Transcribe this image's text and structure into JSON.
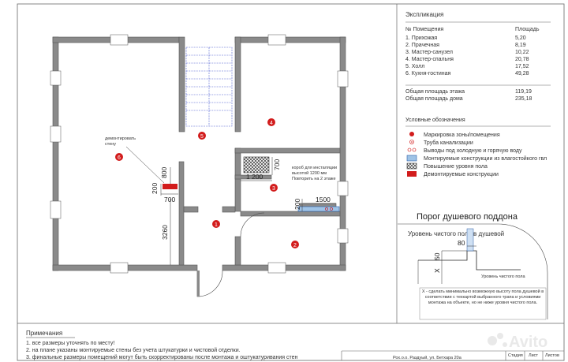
{
  "explication": {
    "title": "Экспликация",
    "col_room": "№ Помещения",
    "col_area": "Площадь",
    "rooms": [
      {
        "name": "1. Прихожая",
        "area": "5,20"
      },
      {
        "name": "2. Прачечная",
        "area": "8,19"
      },
      {
        "name": "3. Мастер-санузел",
        "area": "10,22"
      },
      {
        "name": "4. Мастер-спальня",
        "area": "20,78"
      },
      {
        "name": "5. Холл",
        "area": "17,52"
      },
      {
        "name": "6. Кухня-гостиная",
        "area": "49,28"
      }
    ],
    "totals": [
      {
        "name": "Общая площадь этажа",
        "area": "119,19"
      },
      {
        "name": "Общая площадь дома",
        "area": "235,18"
      }
    ]
  },
  "legend": {
    "title": "Условные обозначения",
    "items": [
      "Маркировка зоны/помещения",
      "Труба канализации",
      "Выводы под холодную и горячую воду",
      "Монтируемые конструкции из влагостойкого гвл",
      "Повышение уровня пола",
      "Демонтируемые конструкции"
    ]
  },
  "threshold": {
    "title": "Порог душевого поддона",
    "clean_level_shower": "Уровень чистого пола в душевой",
    "clean_level": "Уровень чистого пола",
    "dim_80": "80",
    "dim_50": "50",
    "dim_x": "X",
    "note": "Х - сделать минимально возможную высоту пола душевой в соответствии с техкартой выбранного трапа и условиями монтажа на объекте, но не ниже уровня чистого пола."
  },
  "plan": {
    "zones": [
      "1",
      "2",
      "3",
      "4",
      "5",
      "6"
    ],
    "demolish_note": "демонтировать стену",
    "duct_note": "короб для инсталяции высотой 1200 мм Повторить на 2 этаже",
    "dims": {
      "d800": "800",
      "d200a": "200",
      "d700a": "700",
      "d3260": "3260",
      "d1200": "1 200",
      "d700b": "700",
      "d1500": "1500",
      "d200b": "200"
    }
  },
  "notes": {
    "title": "Примечания",
    "items": [
      "1. все размеры уточнять по месту!",
      "2. на плане указаны монтируемые стены без учета штукатурки и чистовой отделки.",
      "3. финальные размеры помещений могут быть скорректированы после монтажа и оштукатуривания стен"
    ]
  },
  "title_block": {
    "address": "Рох.о.о. Раздуый, ул. Бетхара 20а",
    "col_stage": "Стадия",
    "col_sheet": "Лист",
    "col_sheets": "Листов"
  },
  "watermark": "Avito"
}
